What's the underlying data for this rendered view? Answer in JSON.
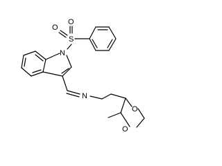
{
  "molecule": {
    "atoms": {
      "sulfur": "S",
      "sulfonyl_oxygen_1": "O",
      "sulfonyl_oxygen_2": "O",
      "indole_nitrogen": "N",
      "imine_nitrogen": "N",
      "dioxolane_oxygen_1": "O",
      "dioxolane_oxygen_2": "O"
    },
    "colors": {
      "bond": "#000000",
      "background": "#ffffff"
    }
  }
}
